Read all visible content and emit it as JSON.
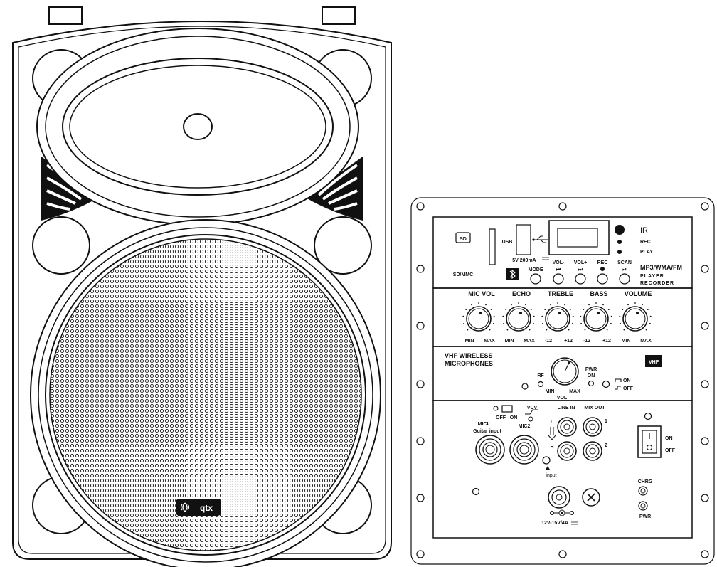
{
  "speaker": {
    "brand": "qtx"
  },
  "panel": {
    "player": {
      "sd_badge": "SD",
      "sd_mmc": "SD/MMC",
      "usb": "USB",
      "usb_power": "5V 200mA",
      "mode": "MODE",
      "vol_minus": "VOL-",
      "vol_plus": "VOL+",
      "rec_btn": "REC",
      "scan": "SCAN",
      "ir": "IR",
      "rec_led": "REC",
      "play_led": "PLAY",
      "format_line": "MP3/WMA/FM",
      "player_line": "PLAYER",
      "recorder_line": "RECORDER"
    },
    "knobs": [
      {
        "label": "MIC VOL",
        "min": "MIN",
        "max": "MAX"
      },
      {
        "label": "ECHO",
        "min": "MIN",
        "max": "MAX"
      },
      {
        "label": "TREBLE",
        "min": "-12",
        "max": "+12"
      },
      {
        "label": "BASS",
        "min": "-12",
        "max": "+12"
      },
      {
        "label": "VOLUME",
        "min": "MIN",
        "max": "MAX"
      }
    ],
    "wireless": {
      "title_1": "VHF WIRELESS",
      "title_2": "MICROPHONES",
      "badge": "VHF",
      "rf": "RF",
      "pwr": "PWR",
      "pwr_on": "ON",
      "min": "MIN",
      "max": "MAX",
      "vol": "VOL",
      "sw_on": "ON",
      "sw_off": "OFF"
    },
    "io": {
      "off": "OFF",
      "on": "ON",
      "vcv": "VCV",
      "mic1_1": "MICI/",
      "mic1_2": "Guitar  input",
      "mic2": "MIC2",
      "line_in": "LINE IN",
      "mix_out": "MIX OUT",
      "l": "L",
      "r": "R",
      "ch1": "1",
      "ch2": "2",
      "input": "input",
      "power_on": "ON",
      "power_off": "OFF",
      "chrg": "CHRG",
      "pwr": "PWR",
      "dc": "12V-15V/4A"
    }
  }
}
